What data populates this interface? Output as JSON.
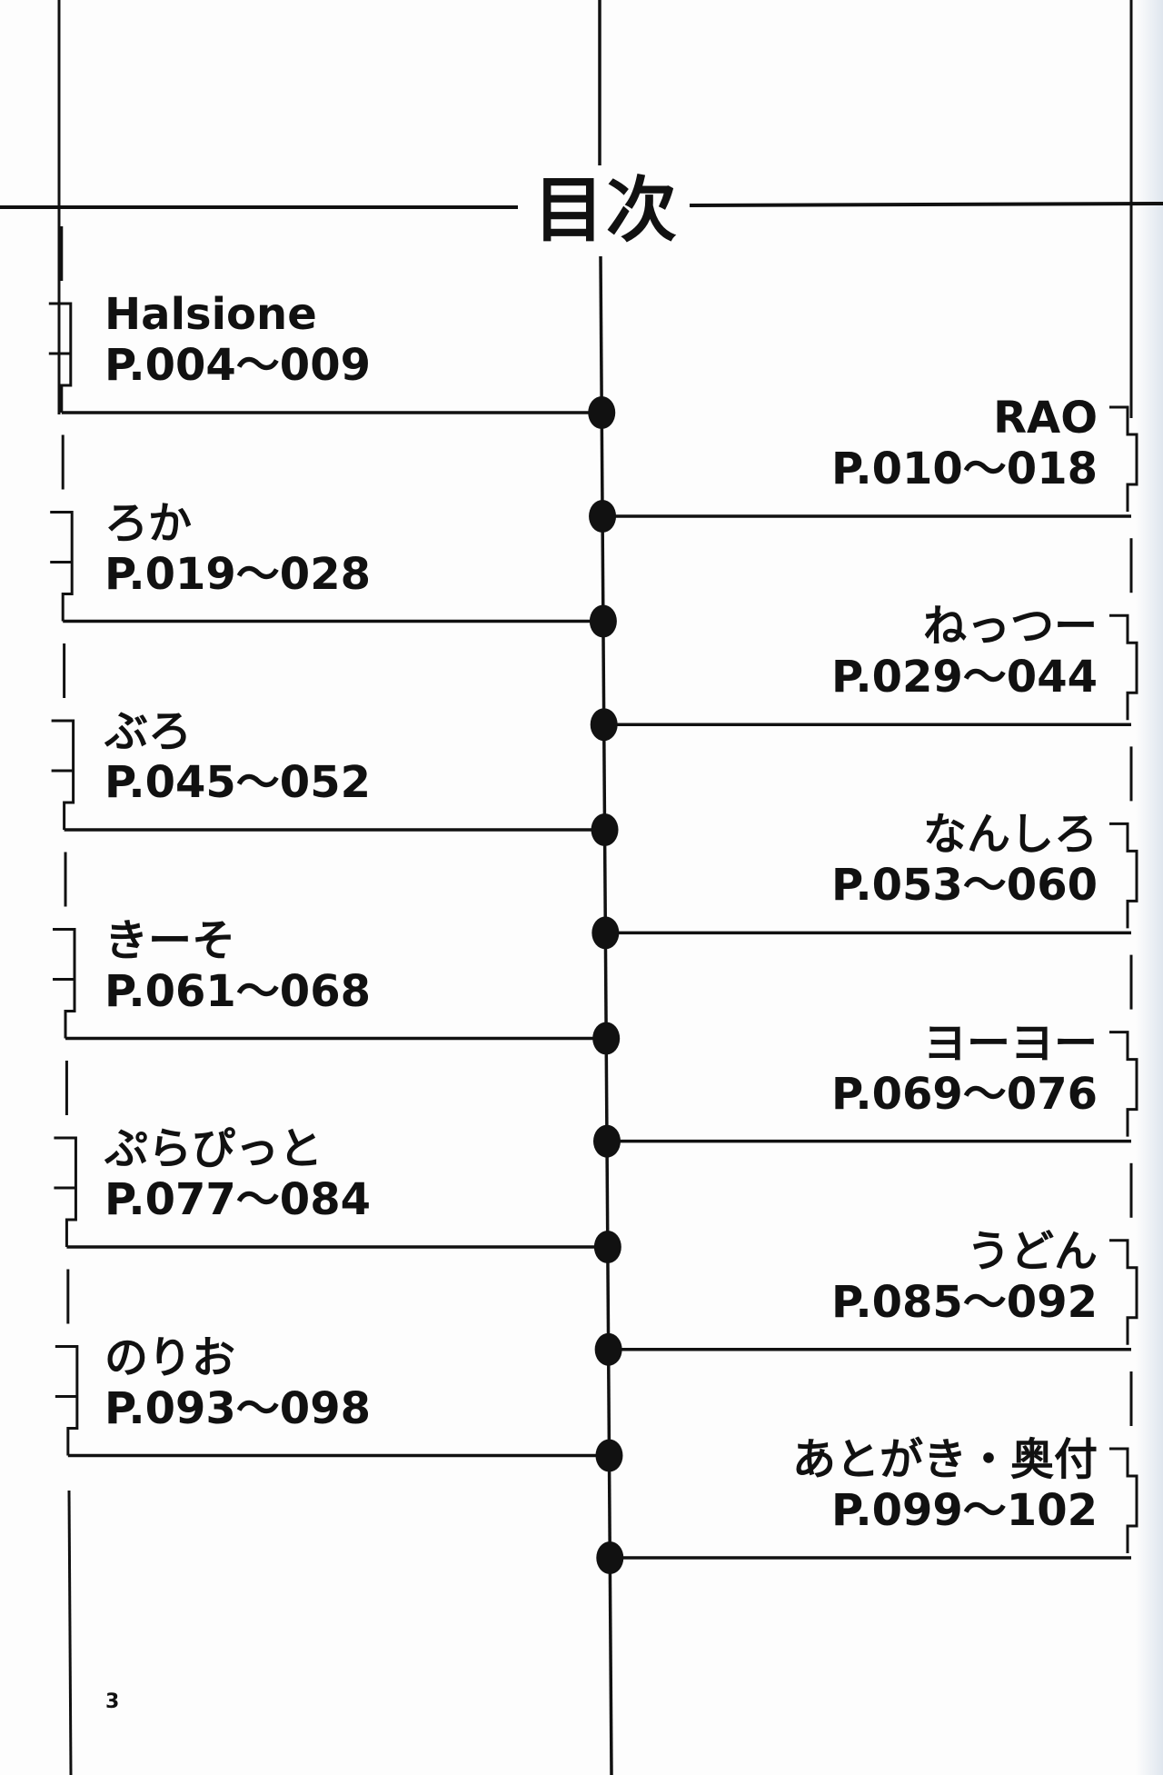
{
  "title": "目次",
  "page_number": "3",
  "entries": [
    {
      "side": "left",
      "name": "Halsione",
      "pages": "P.004～009"
    },
    {
      "side": "right",
      "name": "RAO",
      "pages": "P.010～018"
    },
    {
      "side": "left",
      "name": "ろか",
      "pages": "P.019～028"
    },
    {
      "side": "right",
      "name": "ねっつー",
      "pages": "P.029～044"
    },
    {
      "side": "left",
      "name": "ぶろ",
      "pages": "P.045～052"
    },
    {
      "side": "right",
      "name": "なんしろ",
      "pages": "P.053～060"
    },
    {
      "side": "left",
      "name": "きーそ",
      "pages": "P.061～068"
    },
    {
      "side": "right",
      "name": "ヨーヨー",
      "pages": "P.069～076"
    },
    {
      "side": "left",
      "name": "ぷらぴっと",
      "pages": "P.077～084"
    },
    {
      "side": "right",
      "name": "うどん",
      "pages": "P.085～092"
    },
    {
      "side": "left",
      "name": "のりお",
      "pages": "P.093～098"
    },
    {
      "side": "right",
      "name": "あとがき・奥付",
      "pages": "P.099～102"
    }
  ]
}
